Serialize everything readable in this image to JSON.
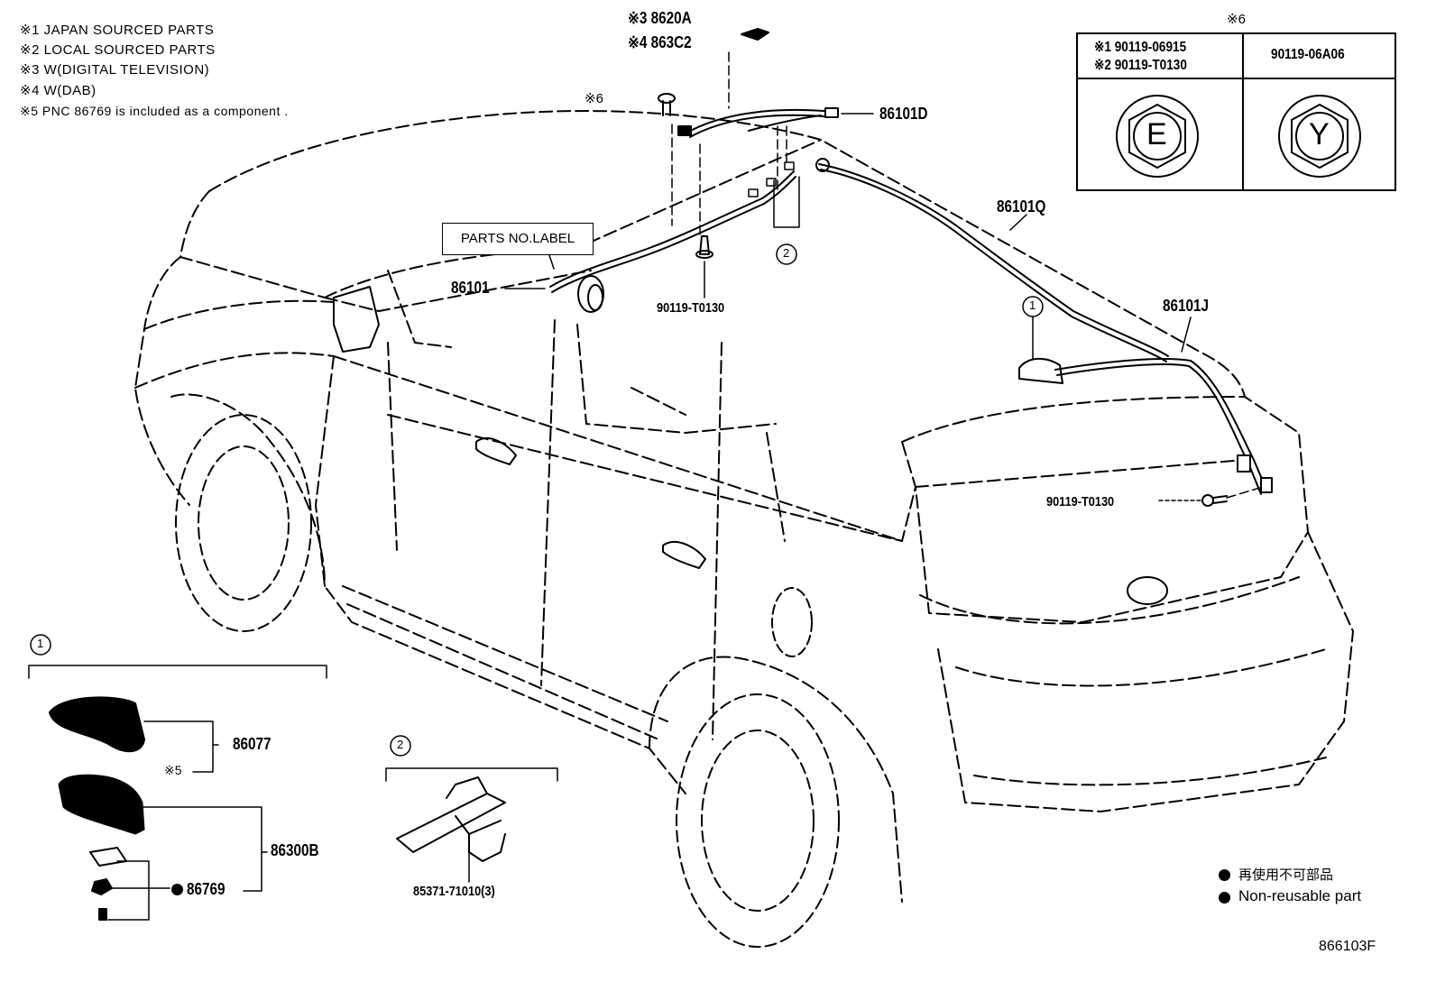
{
  "notes": [
    "※1 JAPAN SOURCED PARTS",
    "※2 LOCAL SOURCED PARTS",
    "※3 W(DIGITAL TELEVISION)",
    "※4 W(DAB)",
    "※5 PNC 86769 is included as a component ."
  ],
  "bolt_table": {
    "title": "※6",
    "left_header_line1": "※1 90119-06915",
    "left_header_line2": "※2 90119-T0130",
    "right_header": "90119-06A06",
    "left_mark": "E",
    "right_mark": "Y"
  },
  "parts": {
    "p8620A": "※3 8620A",
    "p863C2": "※4 863C2",
    "note6": "※6",
    "p86101D": "86101D",
    "p86101Q": "86101Q",
    "p86101J": "86101J",
    "p86101": "86101",
    "bolt_center": "90119-T0130",
    "bolt_rear": "90119-T0130",
    "parts_label": "PARTS NO.LABEL",
    "callout2": "2",
    "callout1": "1"
  },
  "detail1": {
    "callout": "1",
    "p86077": "86077",
    "note5": "※5",
    "p86300B": "86300B",
    "p86769": "86769"
  },
  "detail2": {
    "callout": "2",
    "p85371": "85371-71010(3)"
  },
  "legend": {
    "jp": "再使用不可部品",
    "en": "Non-reusable part"
  },
  "figure_id": "866103F"
}
